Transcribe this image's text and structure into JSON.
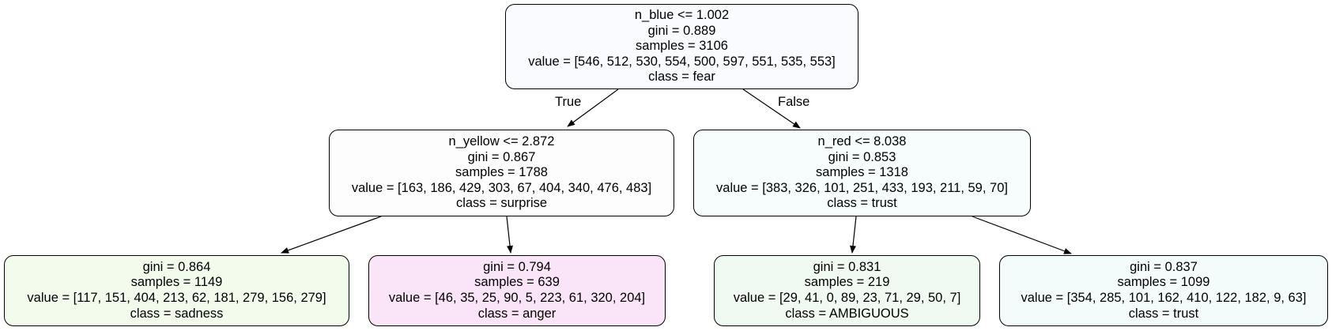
{
  "nodes": [
    {
      "id": "root",
      "condition": "n_blue <= 1.002",
      "gini": "gini = 0.889",
      "samples": "samples = 3106",
      "value": "value = [546, 512, 530, 554, 500, 597, 551, 535, 553]",
      "class": "class = fear",
      "fill": "#f9fbff"
    },
    {
      "id": "left",
      "condition": "n_yellow <= 2.872",
      "gini": "gini = 0.867",
      "samples": "samples = 1788",
      "value": "value = [163, 186, 429, 303, 67, 404, 340, 476, 483]",
      "class": "class = surprise",
      "fill": "#fdfdfe"
    },
    {
      "id": "right",
      "condition": "n_red <= 8.038",
      "gini": "gini = 0.853",
      "samples": "samples = 1318",
      "value": "value = [383, 326, 101, 251, 433, 193, 211, 59, 70]",
      "class": "class = trust",
      "fill": "#f7fdfd"
    },
    {
      "id": "leaf1",
      "gini": "gini = 0.864",
      "samples": "samples = 1149",
      "value": "value = [117, 151, 404, 213, 62, 181, 279, 156, 279]",
      "class": "class = sadness",
      "fill": "#f2fbec"
    },
    {
      "id": "leaf2",
      "gini": "gini = 0.794",
      "samples": "samples = 639",
      "value": "value = [46, 35, 25, 90, 5, 223, 61, 320, 204]",
      "class": "class = anger",
      "fill": "#fae4f8"
    },
    {
      "id": "leaf3",
      "gini": "gini = 0.831",
      "samples": "samples = 219",
      "value": "value = [29, 41, 0, 89, 23, 71, 29, 50, 7]",
      "class": "class = AMBIGUOUS",
      "fill": "#f0f9f2"
    },
    {
      "id": "leaf4",
      "gini": "gini = 0.837",
      "samples": "samples = 1099",
      "value": "value = [354, 285, 101, 162, 410, 122, 182, 9, 63]",
      "class": "class = trust",
      "fill": "#f3fcfb"
    }
  ],
  "edge_labels": {
    "true": "True",
    "false": "False"
  }
}
